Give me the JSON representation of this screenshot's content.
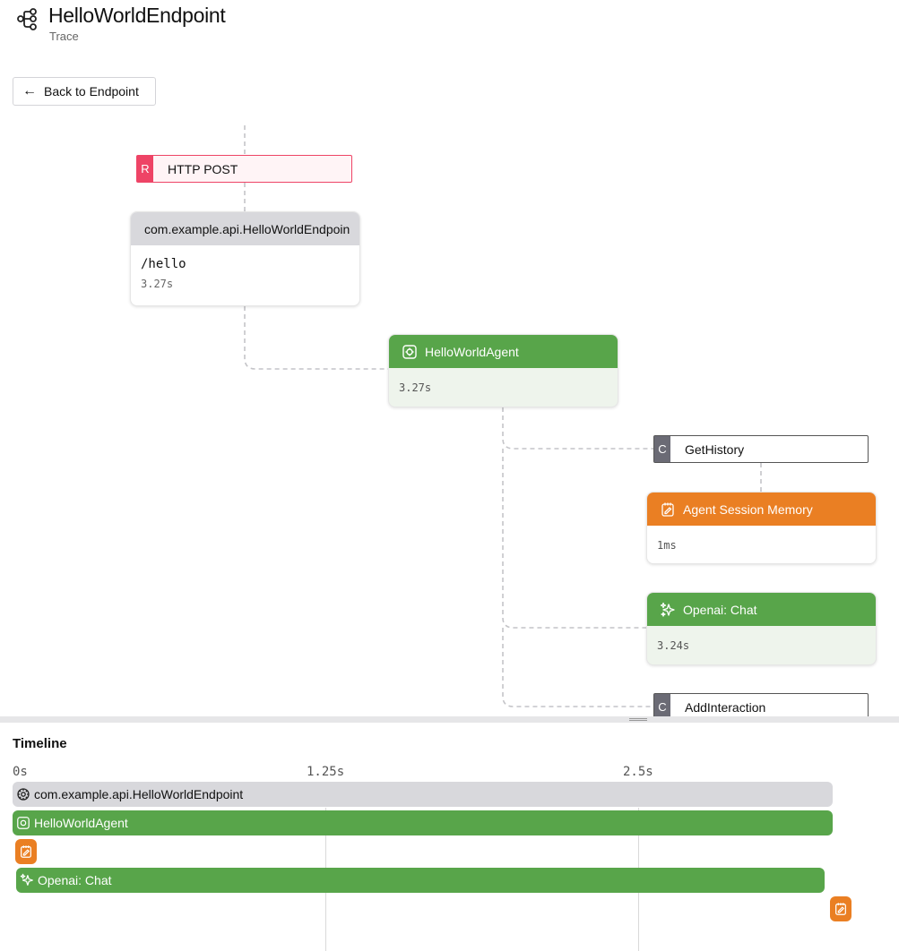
{
  "header": {
    "title": "HelloWorldEndpoint",
    "subtitle": "Trace",
    "icon": "workflow-tree-icon"
  },
  "back_button": {
    "arrow": "←",
    "label": "Back to Endpoint"
  },
  "trace": {
    "request": {
      "badge": "R",
      "label": "HTTP POST"
    },
    "endpoint": {
      "name": "com.example.api.HelloWorldEndpoin",
      "path": "/hello",
      "duration": "3.27s"
    },
    "agent": {
      "name": "HelloWorldAgent",
      "duration": "3.27s",
      "icon": "agent-chip-icon"
    },
    "get_history": {
      "badge": "C",
      "label": "GetHistory"
    },
    "memory": {
      "name": "Agent Session Memory",
      "duration": "1ms",
      "icon": "memory-notepad-icon"
    },
    "chat": {
      "name": "Openai: Chat",
      "duration": "3.24s",
      "icon": "sparkle-icon"
    },
    "add_interaction": {
      "badge": "C",
      "label": "AddInteraction"
    }
  },
  "timeline": {
    "title": "Timeline",
    "ticks": [
      "0s",
      "1.25s",
      "2.5s"
    ],
    "bars": {
      "endpoint": "com.example.api.HelloWorldEndpoint",
      "agent": "HelloWorldAgent",
      "chat": "Openai: Chat"
    }
  },
  "colors": {
    "request": "#ee4466",
    "agent_green": "#58a54a",
    "memory_orange": "#ea7f23",
    "endpoint_gray": "#d8d8dc",
    "call_gray": "#6b6b75"
  }
}
